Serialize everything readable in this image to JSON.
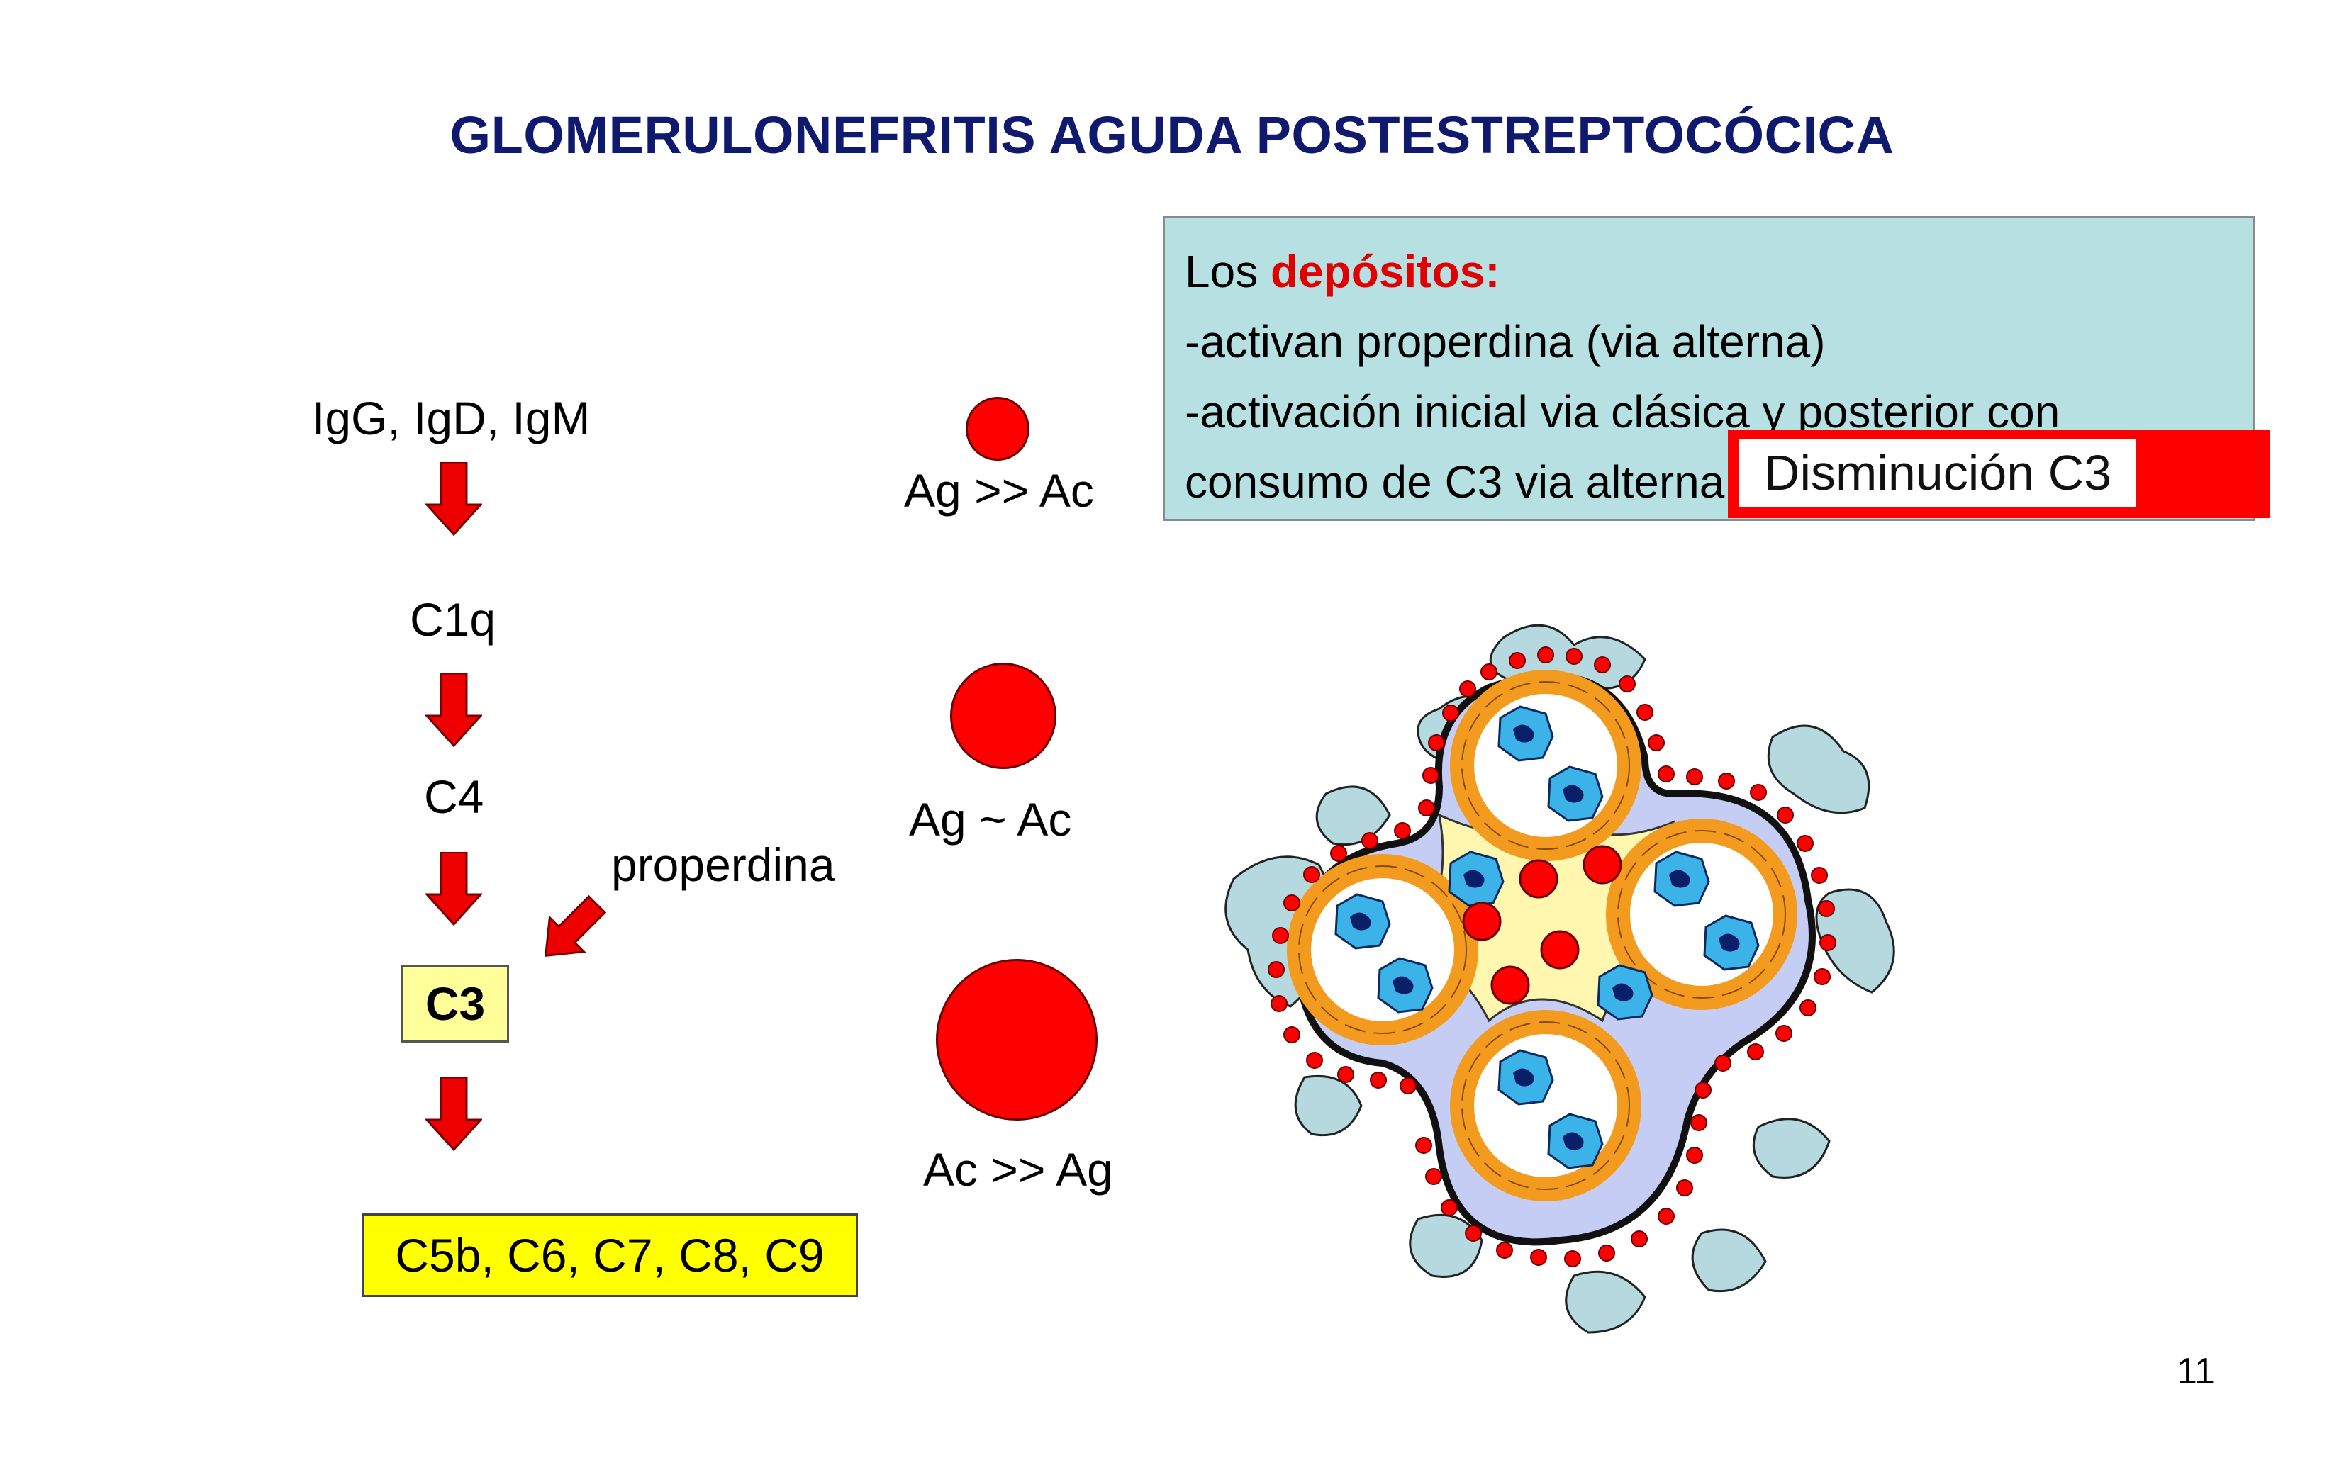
{
  "title": "GLOMERULONEFRITIS AGUDA POSTESTREPTOCÓCICA",
  "cascade": {
    "step1": "IgG, IgD, IgM",
    "step2": "C1q",
    "step3": "C4",
    "side_input": "properdina",
    "step4": "C3",
    "step5": "C5b, C6, C7, C8, C9"
  },
  "complexes": {
    "small": "Ag >> Ac",
    "medium": "Ag ~ Ac",
    "large": "Ac >> Ag"
  },
  "infobox": {
    "intro": "Los ",
    "highlight": "depósitos:",
    "line2": "-activan properdina (via alterna)",
    "line3": "-activación inicial via clásica y posterior con",
    "line4": "consumo de C3 via alterna"
  },
  "overlay_label": "Disminución C3",
  "page_number": "11",
  "colors": {
    "title": "#0f1a6e",
    "arrow": "#ee0000",
    "deposit": "#ff0000",
    "infobox_bg": "#b7e0e3",
    "c3_box": "#ffff99",
    "c5_box": "#ffff00",
    "capillary_wall": "#f39b1e",
    "mesangium": "#fff6b0",
    "endothelial_cells": "#3bb3e8",
    "podocytes": "#b5d9df"
  }
}
